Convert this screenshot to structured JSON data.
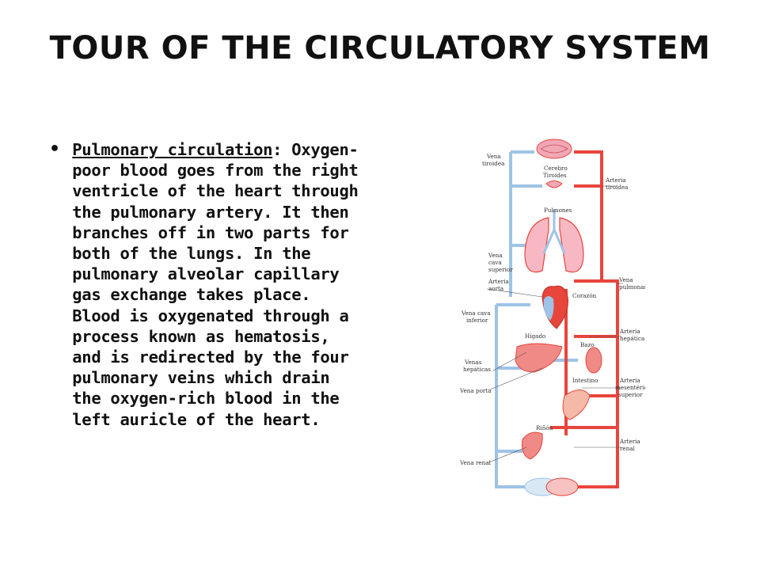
{
  "title": "TOUR OF THE CIRCULATORY SYSTEM",
  "bullet": {
    "term": "Pulmonary circulation",
    "text": ": Oxygen-poor blood goes from the right ventricle of the heart through the pulmonary artery. It then branches off in two parts for both of the lungs. In the pulmonary alveolar capillary gas exchange takes place. Blood is oxygenated through a process known as hematosis, and is redirected by the four pulmonary veins which drain the oxygen-rich blood in the left auricle of the heart."
  },
  "diagram": {
    "left_labels": {
      "vena_tiroidea_1": "Vena",
      "vena_tiroidea_2": "tiroidea",
      "vena_cava_sup_1": "Vena",
      "vena_cava_sup_2": "cava",
      "vena_cava_sup_3": "superior",
      "arteria_aorta_1": "Arteria",
      "arteria_aorta_2": "aorta",
      "vena_cava_inf_1": "Vena cava",
      "vena_cava_inf_2": "inferior",
      "venas_hepaticas_1": "Venas",
      "venas_hepaticas_2": "hepáticas",
      "vena_porta": "Vena porta",
      "vena_renal": "Vena renal"
    },
    "center_labels": {
      "cerebro": "Cerebro",
      "tiroides": "Tiroides",
      "pulmones": "Pulmones",
      "corazon": "Corazón",
      "higado": "Hígado",
      "bazo": "Bazo",
      "intestino": "Intestino",
      "rinon": "Riñón"
    },
    "right_labels": {
      "arteria_tiroidea_1": "Arteria",
      "arteria_tiroidea_2": "tiroidea",
      "vena_pulmonar_1": "Vena",
      "vena_pulmonar_2": "pulmonar",
      "arteria_hepatica_1": "Arteria",
      "arteria_hepatica_2": "hepática",
      "arteria_mesenterica_1": "Arteria",
      "arteria_mesenterica_2": "mesentérica",
      "arteria_mesenterica_3": "superior",
      "arteria_renal_1": "Arteria",
      "arteria_renal_2": "renal"
    },
    "colors": {
      "artery": "#e8453c",
      "vein": "#9ec3e6",
      "organ_pink": "#f2a7b5",
      "line": "#555555"
    }
  }
}
